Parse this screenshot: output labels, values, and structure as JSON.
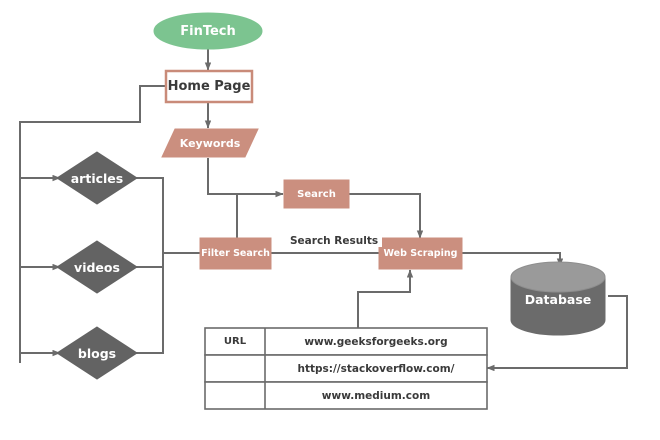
{
  "diagram": {
    "title": "FinTech web scraping flowchart",
    "colors": {
      "start_fill": "#7cc490",
      "process_fill": "#cb8f7f",
      "process_border": "#c98b79",
      "decision_fill": "#636363",
      "database_fill": "#6b6b6b",
      "database_top": "#9a9a9a",
      "line": "#6b6b6b",
      "text_dark": "#3a3a3a",
      "text_light": "#ffffff",
      "box_white": "#ffffff",
      "table_border": "#6b6b6b"
    },
    "nodes": {
      "start": {
        "label": "FinTech",
        "shape": "ellipse"
      },
      "home_page": {
        "label": "Home Page",
        "shape": "rect-outline"
      },
      "keywords": {
        "label": "Keywords",
        "shape": "parallelogram"
      },
      "articles": {
        "label": "articles",
        "shape": "diamond"
      },
      "videos": {
        "label": "videos",
        "shape": "diamond"
      },
      "blogs": {
        "label": "blogs",
        "shape": "diamond"
      },
      "filter_search": {
        "label": "Filter Search",
        "shape": "rect-filled"
      },
      "search": {
        "label": "Search",
        "shape": "rect-filled"
      },
      "web_scraping": {
        "label": "Web Scraping",
        "shape": "rect-filled"
      },
      "database": {
        "label": "Database",
        "shape": "cylinder"
      }
    },
    "edge_labels": {
      "search_results": "Search Results"
    },
    "url_table": {
      "header_label": "URL",
      "rows": [
        {
          "key": "URL",
          "value": "www.geeksforgeeks.org"
        },
        {
          "key": "",
          "value": "https://stackoverflow.com/"
        },
        {
          "key": "",
          "value": "www.medium.com"
        }
      ]
    }
  }
}
